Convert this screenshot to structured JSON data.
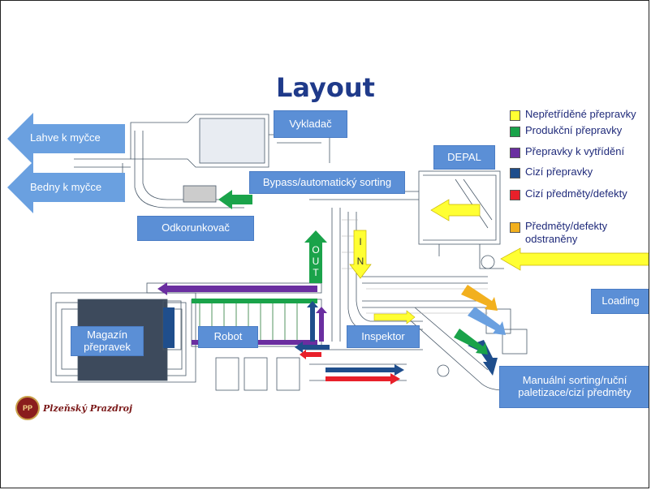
{
  "title": "Layout",
  "arrows_left": [
    {
      "label": "Lahve k myčce"
    },
    {
      "label": "Bedny k myčce"
    }
  ],
  "boxes": {
    "vykladac": "Vykladač",
    "depal": "DEPAL",
    "bypass": "Bypass/automatický sorting",
    "odkorunkovac": "Odkorunkovač",
    "loading": "Loading",
    "magazin_line1": "Magazín",
    "magazin_line2": "přepravek",
    "robot": "Robot",
    "inspektor": "Inspektor",
    "manual_line1": "Manuální sorting/ruční",
    "manual_line2": "paletizace/cizí předměty"
  },
  "out_letters": [
    "O",
    "U",
    "T"
  ],
  "in_letters": [
    "I",
    "N"
  ],
  "legend": [
    {
      "label": "Nepřetříděné přepravky",
      "color": "#ffff33"
    },
    {
      "label": "Produkční přepravky",
      "color": "#1aa34a"
    },
    {
      "label": "Přepravky k vytřídění",
      "color": "#6a2ea0"
    },
    {
      "label": "Cizí přepravky",
      "color": "#1f4e8c"
    },
    {
      "label": "Cizí předměty/defekty",
      "color": "#e8202a"
    },
    {
      "label": "Předměty/defekty",
      "label2": "odstraněny",
      "color": "#f2b01e"
    }
  ],
  "logo_text": "Plzeňský Prazdroj",
  "logo_seal": "PP",
  "colors": {
    "box_blue": "#5b8fd6",
    "arrow_blue": "#6aa0e0",
    "title_blue": "#1f3a8a"
  }
}
